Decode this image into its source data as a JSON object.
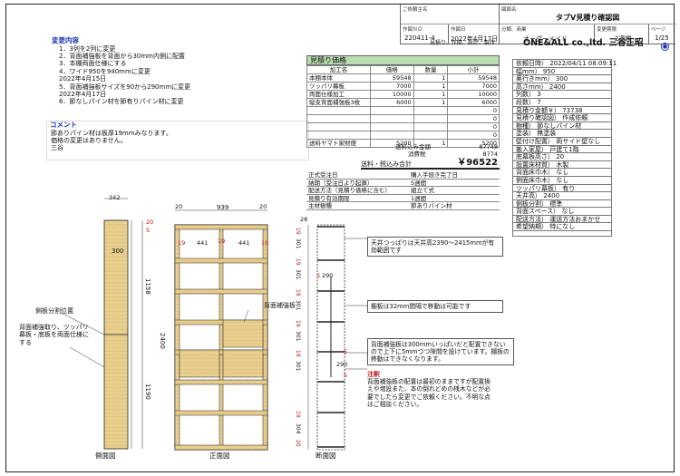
{
  "header": {
    "customer_name_label": "ご依頼主名",
    "quote_no_label": "作図ＮＯ",
    "quote_no": "220411-4",
    "created_label": "作図日",
    "created": "2022年4月17日",
    "drawing_name_label": "図面名",
    "drawing_title": "タブV見積り確認図",
    "category_label": "分類、商業",
    "category": "オーダーメイド",
    "period_label": "変更期限",
    "period": "2週間",
    "page_label": "ページ",
    "page": "1/25",
    "subtitle": "見積り、作図、設計、製作",
    "company": "ONE&ALL co.,ltd. 三谷正昭"
  },
  "changes": {
    "title": "変更内容",
    "items": [
      "1．3列を2列に変更",
      "2．背面補強板を背面から30mm内側に配置",
      "3．本棚両面仕様にする",
      "4．ワイド950を940mmに変更",
      "2022年4月15日",
      "5．背面補強板サイズを90から290mmに変更",
      "2022年4月17日",
      "6．節なしパイン材を節有りパイン材に変更"
    ]
  },
  "comment": {
    "title": "コメント",
    "lines": [
      "節ありパイン材は板厚19mmみなります。",
      "価格の変更はありません。",
      "三谷"
    ]
  },
  "estimate": {
    "title": "見積り価格",
    "headers": [
      "加工名",
      "価格",
      "数量",
      "小計"
    ],
    "rows": [
      [
        "本棚本体",
        "59548",
        "1",
        "59548"
      ],
      [
        "ツッパリ幕板",
        "7000",
        "1",
        "7000"
      ],
      [
        "両面仕様加工",
        "10000",
        "1",
        "10000"
      ],
      [
        "縦支背面補強板3枚",
        "6000",
        "1",
        "6000"
      ],
      [
        "",
        "",
        "",
        "0"
      ],
      [
        "",
        "",
        "",
        "0"
      ],
      [
        "",
        "",
        "",
        "0"
      ],
      [
        "",
        "",
        "",
        "0"
      ],
      [
        "送料ヤマト家財便",
        "5200",
        "1",
        "5200"
      ]
    ],
    "subtotal_label": "送料込み金額",
    "subtotal": "87748",
    "tax_label": "消費税",
    "tax": "8774",
    "total_label": "送料・税込み合計",
    "total": "￥96522",
    "info": [
      [
        "正式受注日",
        "購入手続き完了日"
      ],
      [
        "納期（受注日より起算）",
        "5週間"
      ],
      [
        "配送方法（見積り価格に含む）",
        "組立て式"
      ],
      [
        "見積り有効期限",
        "1週間"
      ],
      [
        "主材樹種",
        "節ありパイン材"
      ]
    ]
  },
  "spec": {
    "rows": [
      "依頼日時） 2022/04/11 08:09:11",
      "幅mm） 950",
      "奥行きmm） 300",
      "高さmm） 2400",
      "列数） 3",
      "段数） 7",
      "見積り金額￥） 73738",
      "見積り確認図） 作成依頼",
      "樹種） 節なしパイン材",
      "塗装） 無塗装",
      "壁付け配置） 両サイド壁なし",
      "搬入家屋） 戸建て1階",
      "底幕板高さ） 20",
      "設置床材質） 木製",
      "背面床巾木） なし",
      "側面床巾木） なし",
      "ツッパリ幕板） 有り",
      "天井高） 2400",
      "側板分割） 標準",
      "背面スペース） なし",
      "配送方法） 運送方法おまかせ",
      "希望納期） 特になし"
    ]
  },
  "drawing": {
    "side_label": "側面図",
    "front_label": "正面図",
    "section_label": "断面図",
    "dims": {
      "depth_top": "342",
      "side_20": "20",
      "side_5": "5",
      "side_300": "300",
      "side_1158": "1158",
      "side_2400": "2400",
      "side_1190": "1190",
      "front_939": "939",
      "front_20a": "20",
      "front_20b": "20",
      "front_19a": "19",
      "front_441a": "441",
      "front_19b": "19",
      "front_441b": "441",
      "front_19c": "19",
      "sec_290a": "290",
      "sec_290b": "290",
      "sec_5a": "5",
      "sec_5b": "5",
      "sec_5c": "5",
      "sec_28": "28",
      "sec_301a": "301",
      "sec_301b": "301",
      "sec_301c": "301",
      "sec_301d": "301",
      "sec_301e": "301",
      "sec_19a": "19",
      "sec_19b": "19",
      "sec_19c": "19",
      "sec_19d": "19",
      "sec_19e": "19",
      "sec_304": "304",
      "sec_20": "20",
      "sec_19f": "19"
    },
    "notes": {
      "side_split": "側板分割位置",
      "side_finish": "背面補強取り、ツッパリ幕板・底板を両面仕様にする",
      "back_panel": "背面補強板",
      "ceiling": "天井つっぱりは天井高2390～2415mmが有効範囲です",
      "shelf_move": "棚板は32mm間隔で移動は可能です",
      "back_note": "背面補強板は300mmいっぱいだと配置できないので上下に5mmづつ隙間を設けています。棚板の移動はできなくなります。",
      "caution_title": "注釈",
      "caution": "背面補強板の配置は最初のままですが配置換えや増設また、本の倒れどめの桟木などが必要でしたら変更でご依頼ください。不明な点はご相談ください。"
    }
  },
  "colors": {
    "wood": "#e9cf8f",
    "wood_dark": "#c9a75e",
    "estimate_header": "#b9dcb0",
    "note_red": "#c01010",
    "accent_blue": "#1a2fb8"
  }
}
